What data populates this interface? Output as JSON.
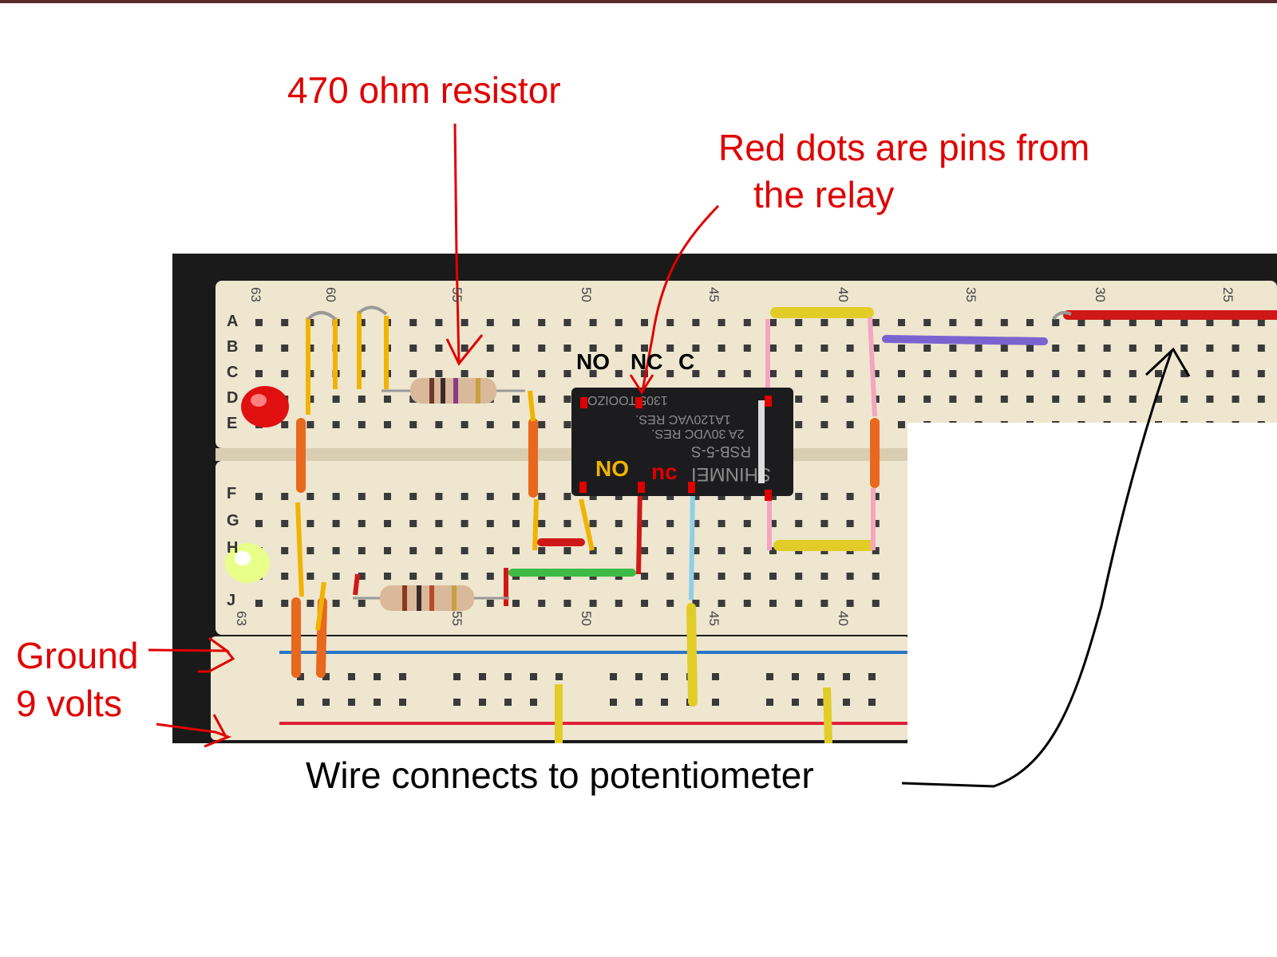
{
  "annotations": {
    "resistor": "470 ohm resistor",
    "relay_pins_line1": "Red dots are pins from",
    "relay_pins_line2": "the relay",
    "ground": "Ground",
    "nine_volts": "9 volts",
    "wire_caption": "Wire connects to potentiometer"
  },
  "relay_labels": {
    "no": "NO",
    "nc": "NC",
    "c": "C",
    "no_lower": "NO",
    "nc_lower": "nc"
  },
  "breadboard": {
    "row_letters_top": [
      "A",
      "B",
      "C",
      "D",
      "E"
    ],
    "row_letters_bottom": [
      "F",
      "G",
      "H",
      "J"
    ],
    "column_numbers_top": [
      "63",
      "60",
      "55",
      "50",
      "45",
      "40",
      "35",
      "30",
      "25"
    ],
    "column_numbers_bottom": [
      "63",
      "55",
      "50",
      "45",
      "40"
    ]
  },
  "relay_chip": {
    "lines": [
      "SHINMEI",
      "RSB-5-S",
      "2A 30VDC RES.",
      "1A120VAC RES.",
      "1305  TOOIZO"
    ]
  },
  "colors": {
    "annotation": "#e00000",
    "board": "#efe6cf",
    "hole": "#3a3a3a",
    "jumper_yellow": "#f0b400",
    "jumper_orange": "#e8681e",
    "jumper_pink": "#f4a6c0",
    "wire_red": "#d01818",
    "wire_green": "#3dbb46",
    "wire_purple": "#7b63cf",
    "wire_lightblue": "#8fd0e8",
    "wire_yellow": "#e2cc28",
    "rail_blue": "#2a76c8",
    "rail_red": "#e0203a",
    "led_red": "#e01010",
    "led_green": "#e8ff8a"
  },
  "icons": {
    "red_led": "led-icon",
    "green_led": "led-icon",
    "resistors": "resistor-icon",
    "relay": "relay-icon"
  }
}
